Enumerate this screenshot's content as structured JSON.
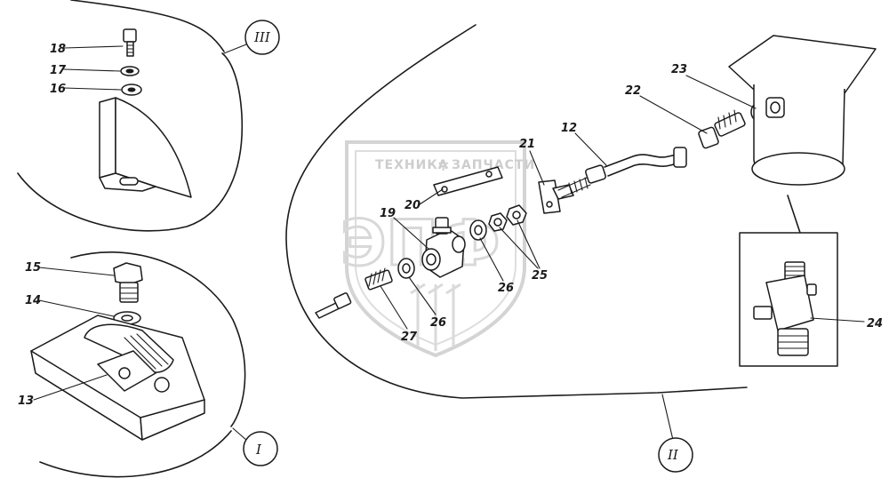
{
  "watermark": {
    "top_text_left": "ТЕХНИКА",
    "top_text_right": "ЗАПЧАСТИ",
    "logo_letters": "ЭПФ",
    "color": "#c8c8c8"
  },
  "callouts": [
    {
      "id": "13",
      "text": "13"
    },
    {
      "id": "14",
      "text": "14"
    },
    {
      "id": "15",
      "text": "15"
    },
    {
      "id": "16",
      "text": "16"
    },
    {
      "id": "17",
      "text": "17"
    },
    {
      "id": "18",
      "text": "18"
    },
    {
      "id": "19",
      "text": "19"
    },
    {
      "id": "20",
      "text": "20"
    },
    {
      "id": "21",
      "text": "21"
    },
    {
      "id": "12",
      "text": "12"
    },
    {
      "id": "22",
      "text": "22"
    },
    {
      "id": "23",
      "text": "23"
    },
    {
      "id": "24",
      "text": "24"
    },
    {
      "id": "25",
      "text": "25"
    },
    {
      "id": "26a",
      "text": "26"
    },
    {
      "id": "26b",
      "text": "26"
    },
    {
      "id": "27",
      "text": "27"
    }
  ],
  "views": [
    {
      "id": "I",
      "text": "I"
    },
    {
      "id": "II",
      "text": "II"
    },
    {
      "id": "III",
      "text": "III"
    }
  ]
}
